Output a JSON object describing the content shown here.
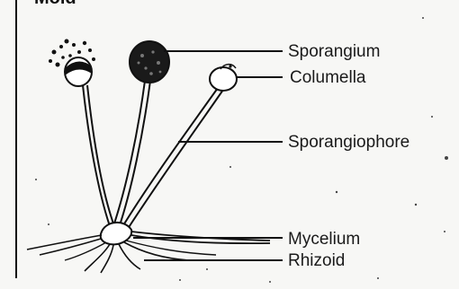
{
  "header": {
    "title_fragment": "Mold"
  },
  "labels": {
    "sporangium": "Sporangium",
    "columella": "Columella",
    "sporangiophore": "Sporangiophore",
    "mycelium": "Mycelium",
    "rhizoid": "Rhizoid"
  },
  "colors": {
    "ink": "#111111",
    "paper": "#f7f7f5"
  }
}
